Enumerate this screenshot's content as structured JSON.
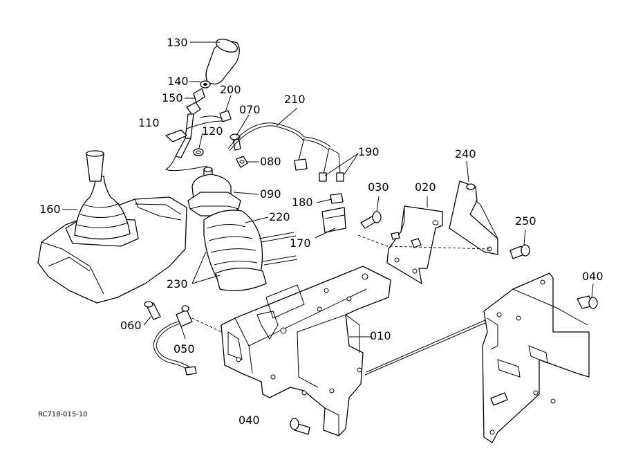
{
  "diagram": {
    "drawing_code": "RC718-015-10",
    "labels": [
      "130",
      "140",
      "150",
      "200",
      "110",
      "120",
      "070",
      "210",
      "080",
      "190",
      "090",
      "160",
      "180",
      "030",
      "020",
      "240",
      "220",
      "170",
      "250",
      "230",
      "040",
      "060",
      "050",
      "010",
      "040"
    ]
  }
}
